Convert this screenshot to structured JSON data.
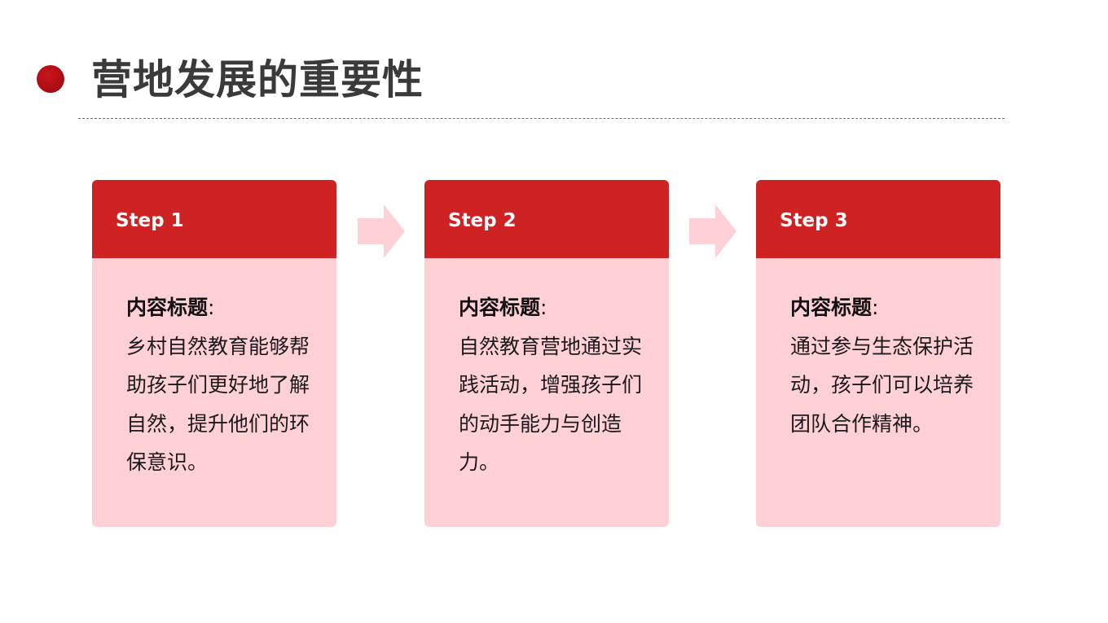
{
  "slide": {
    "title": "营地发展的重要性"
  },
  "steps": [
    {
      "label": "Step 1",
      "heading": "内容标题",
      "colon": ":",
      "text": " 乡村自然教育能够帮助孩子们更好地了解自然，提升他们的环保意识。"
    },
    {
      "label": "Step 2",
      "heading": "内容标题",
      "colon": ":",
      "text": " 自然教育营地通过实践活动，增强孩子们的动手能力与创造力。"
    },
    {
      "label": "Step 3",
      "heading": "内容标题",
      "colon": ":",
      "text": " 通过参与生态保护活动，孩子们可以培养团队合作精神。"
    }
  ],
  "colors": {
    "accent": "#cf2323",
    "card_body": "#ffd1d6",
    "arrow": "#ffd1d6",
    "title_text": "#3a3a3a",
    "bullet": "#a80c12"
  },
  "icons": {
    "bullet": "circle-bullet-icon",
    "arrow": "arrow-right-icon"
  }
}
